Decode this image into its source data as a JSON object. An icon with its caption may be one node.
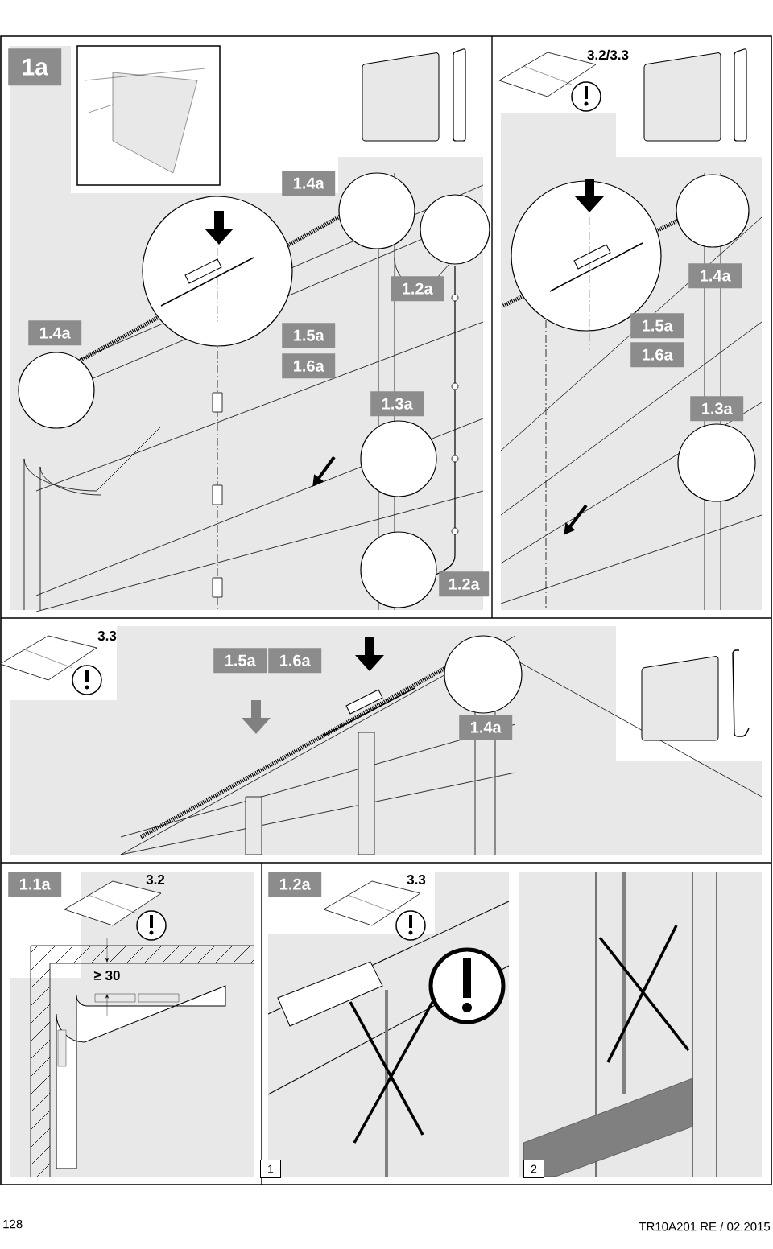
{
  "diagram": {
    "nodes": [
      {
        "text": [
          "1a"
        ]
      },
      {
        "text": [
          "1.4a"
        ]
      },
      {
        "text": [
          "1.2a"
        ]
      },
      {
        "text": [
          "1.4a"
        ]
      },
      {
        "text": [
          "1.5a"
        ]
      },
      {
        "text": [
          "1.6a"
        ]
      },
      {
        "text": [
          "1.3a"
        ]
      },
      {
        "text": [
          "1.2a"
        ]
      },
      {
        "text": [
          "1.4a"
        ]
      },
      {
        "text": [
          "1.5a"
        ]
      },
      {
        "text": [
          "1.6a"
        ]
      },
      {
        "text": [
          "1.3a"
        ]
      },
      {
        "text": [
          "1.5a"
        ]
      },
      {
        "text": [
          "1.6a"
        ]
      },
      {
        "text": [
          "1.4a"
        ]
      },
      {
        "text": [
          "1.1a"
        ]
      },
      {
        "text": [
          "1.2a"
        ]
      },
      {
        "text": [
          "1"
        ]
      },
      {
        "text": [
          "2"
        ]
      }
    ],
    "labels": [
      "3.2/3.3",
      "3.3",
      "3.2",
      "3.3",
      "≥ 30",
      "128",
      "TR10A201 RE / 02.2015"
    ]
  }
}
